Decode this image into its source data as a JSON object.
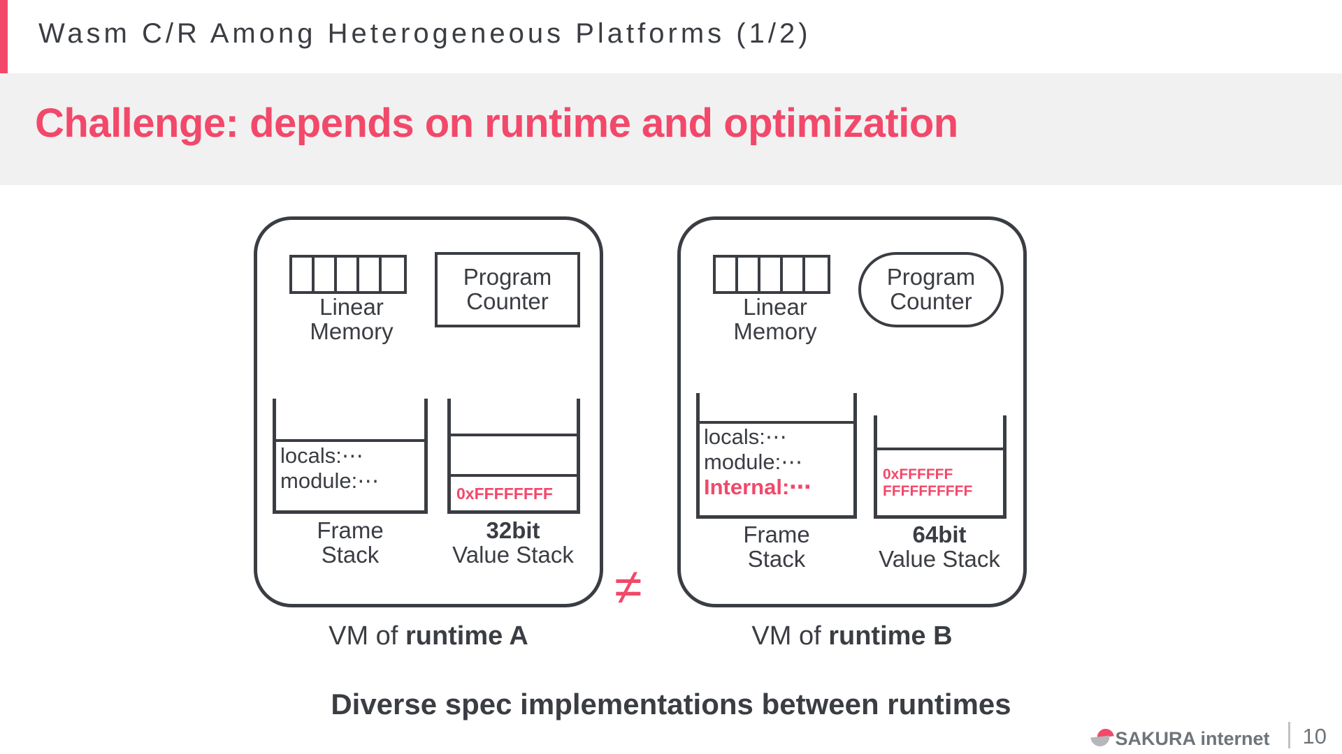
{
  "header": {
    "title": "Wasm C/R Among Heterogeneous Platforms (1/2)",
    "accent_color": "#F2486A"
  },
  "band": {
    "title": "Challenge: depends on runtime and optimization",
    "background": "#F1F1F1",
    "text_color": "#F2486A"
  },
  "diagram": {
    "comparison_operator": "≠",
    "operator_color": "#F2486A",
    "stroke_color": "#3A3D42",
    "vms": [
      {
        "caption_prefix": "VM of ",
        "caption_name": "runtime A",
        "linear_memory": {
          "cells": 5,
          "label": "Linear\nMemory"
        },
        "program_counter": {
          "label": "Program\nCounter",
          "shape": "rectangle"
        },
        "frame_stack": {
          "caption": "Frame\nStack",
          "blank_rows": 1,
          "lines": [
            "locals:⋯",
            "module:⋯"
          ],
          "accent_lines": []
        },
        "value_stack": {
          "caption_bold": "32bit",
          "caption_rest": "Value Stack",
          "cells": 3,
          "value": "0xFFFFFFFF",
          "value_lines": [
            "0xFFFFFFFF"
          ]
        }
      },
      {
        "caption_prefix": "VM of ",
        "caption_name": "runtime B",
        "linear_memory": {
          "cells": 5,
          "label": "Linear\nMemory"
        },
        "program_counter": {
          "label": "Program\nCounter",
          "shape": "pill"
        },
        "frame_stack": {
          "caption": "Frame\nStack",
          "blank_rows": 1,
          "lines": [
            "locals:⋯",
            "module:⋯",
            "Internal:⋯"
          ],
          "accent_lines": [
            "Internal:⋯"
          ]
        },
        "value_stack": {
          "caption_bold": "64bit",
          "caption_rest": "Value Stack",
          "cells": 2,
          "value": "0xFFFFFF FFFFFFFFFF",
          "value_lines": [
            "0xFFFFFF",
            "FFFFFFFFFF"
          ]
        }
      }
    ]
  },
  "summary": "Diverse spec implementations between runtimes",
  "footer": {
    "logo_text": "SAKURA internet",
    "page_number": "10"
  },
  "labels": {
    "linear_memory_l1": "Linear",
    "linear_memory_l2": "Memory",
    "program_counter_l1": "Program",
    "program_counter_l2": "Counter",
    "frame_stack_l1": "Frame",
    "frame_stack_l2": "Stack",
    "value_stack_l2": "Value Stack"
  }
}
